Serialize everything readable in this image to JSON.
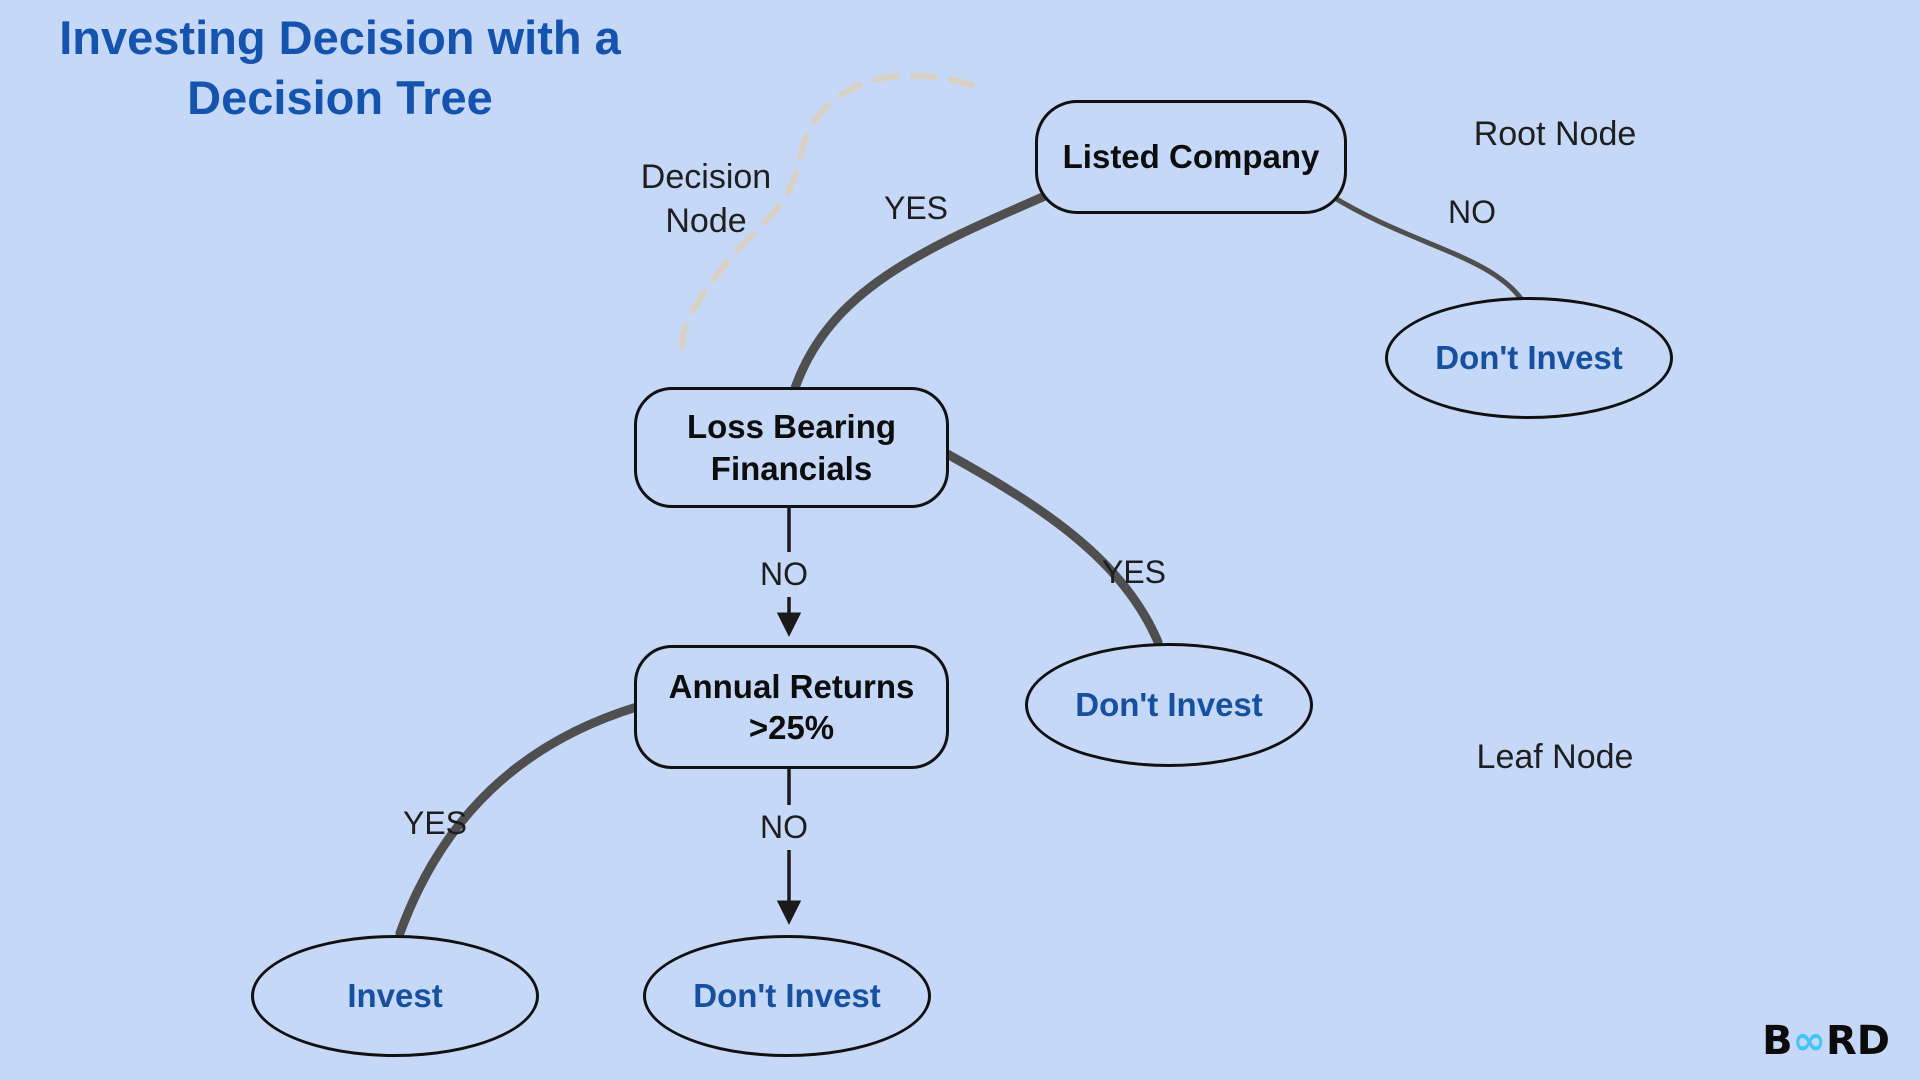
{
  "title": {
    "line1": "Investing Decision with a",
    "line2": "Decision Tree"
  },
  "annotations": {
    "root_node": "Root Node",
    "decision_node_line1": "Decision",
    "decision_node_line2": "Node",
    "leaf_node": "Leaf Node"
  },
  "nodes": {
    "listed_company": {
      "label": "Listed Company"
    },
    "loss_bearing": {
      "line1": "Loss Bearing",
      "line2": "Financials"
    },
    "annual_returns": {
      "line1": "Annual Returns",
      "line2": ">25%"
    },
    "dont_invest_root": {
      "label": "Don't Invest"
    },
    "dont_invest_mid": {
      "label": "Don't Invest"
    },
    "dont_invest_leaf": {
      "label": "Don't Invest"
    },
    "invest": {
      "label": "Invest"
    }
  },
  "edges": {
    "root_yes": "YES",
    "root_no": "NO",
    "loss_no": "NO",
    "loss_yes": "YES",
    "annual_yes": "YES",
    "annual_no": "NO"
  },
  "logo": {
    "prefix": "B",
    "infinity": "∞",
    "suffix": "RD"
  },
  "colors": {
    "background": "#c5d8f7",
    "title_blue": "#1453ae",
    "node_text_blue": "#17509f",
    "edge_gray": "#4f4f4f",
    "dashed_tan": "#d9d2c4",
    "outline": "#111111",
    "logo_cyan": "#45c5f6"
  }
}
